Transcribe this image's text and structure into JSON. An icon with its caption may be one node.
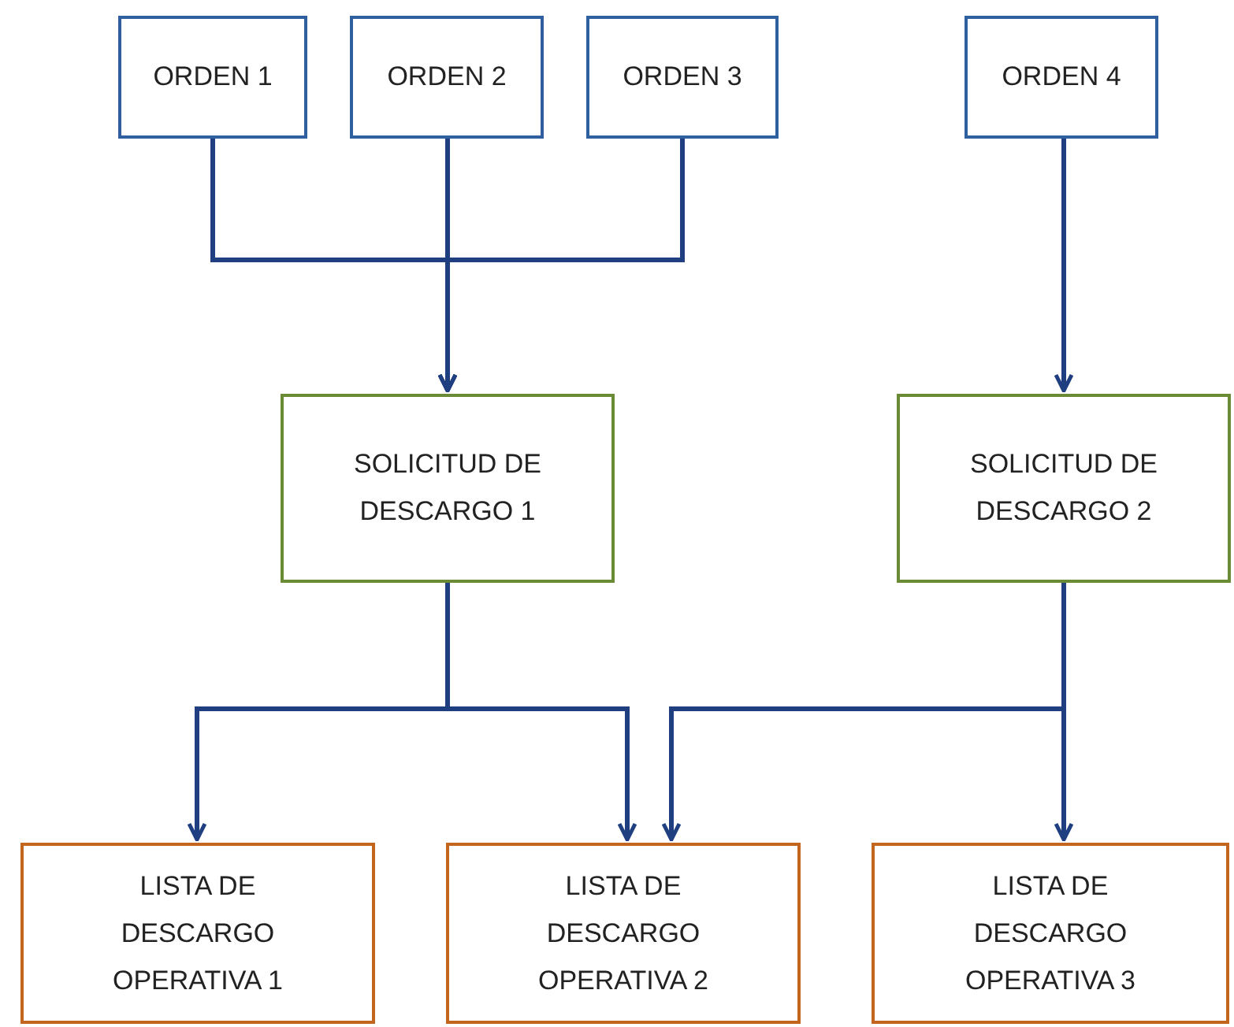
{
  "diagram": {
    "nodes": [
      {
        "text": [
          "ORDEN 1"
        ]
      },
      {
        "text": [
          "ORDEN 2"
        ]
      },
      {
        "text": [
          "ORDEN 3"
        ]
      },
      {
        "text": [
          "ORDEN 4"
        ]
      },
      {
        "text": [
          "SOLICITUD DE DESCARGO 1"
        ]
      },
      {
        "text": [
          "SOLICITUD DE DESCARGO 2"
        ]
      },
      {
        "text": [
          "LISTA DE DESCARGO OPERATIVA 1"
        ]
      },
      {
        "text": [
          "LISTA DE DESCARGO OPERATIVA 2"
        ]
      },
      {
        "text": [
          "LISTA DE DESCARGO OPERATIVA 3"
        ]
      }
    ],
    "edges": [
      {
        "from": 0,
        "to": 4,
        "arrow": "to"
      },
      {
        "from": 1,
        "to": 4,
        "arrow": "to"
      },
      {
        "from": 2,
        "to": 4,
        "arrow": "to"
      },
      {
        "from": 3,
        "to": 5,
        "arrow": "to"
      },
      {
        "from": 4,
        "to": 6,
        "arrow": "to"
      },
      {
        "from": 4,
        "to": 7,
        "arrow": "to"
      },
      {
        "from": 5,
        "to": 7,
        "arrow": "to"
      },
      {
        "from": 5,
        "to": 8,
        "arrow": "to"
      }
    ]
  }
}
